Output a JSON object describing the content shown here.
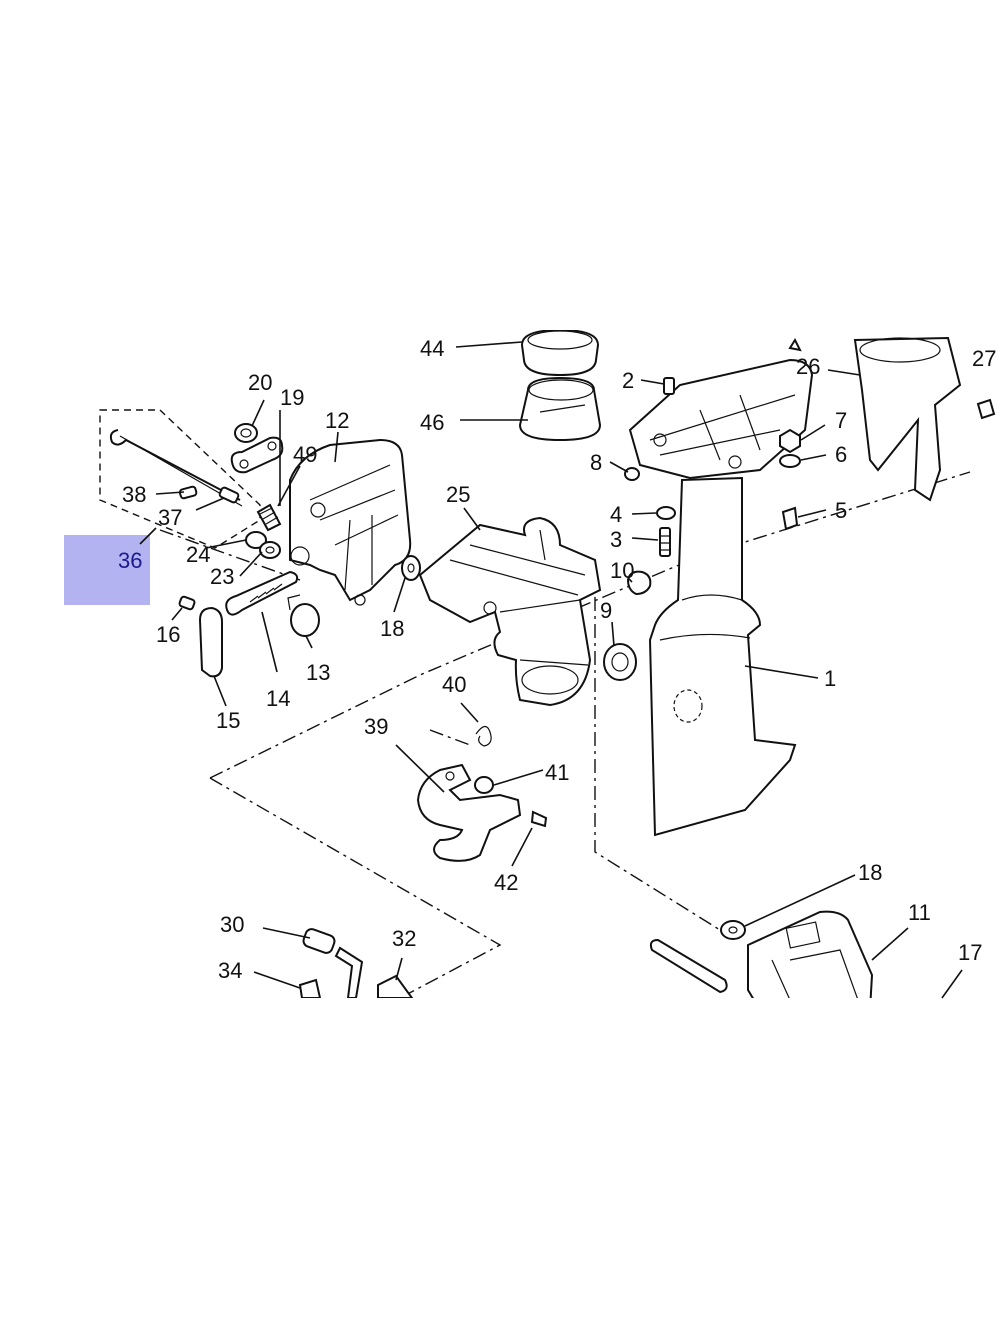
{
  "highlight_color": "#b3b3f2",
  "highlight_label": "36",
  "callouts": [
    {
      "id": "1",
      "text": "1"
    },
    {
      "id": "2",
      "text": "2"
    },
    {
      "id": "3",
      "text": "3"
    },
    {
      "id": "4",
      "text": "4"
    },
    {
      "id": "5",
      "text": "5"
    },
    {
      "id": "6",
      "text": "6"
    },
    {
      "id": "7",
      "text": "7"
    },
    {
      "id": "8",
      "text": "8"
    },
    {
      "id": "9",
      "text": "9"
    },
    {
      "id": "10",
      "text": "10"
    },
    {
      "id": "11",
      "text": "11"
    },
    {
      "id": "12",
      "text": "12"
    },
    {
      "id": "13",
      "text": "13"
    },
    {
      "id": "14",
      "text": "14"
    },
    {
      "id": "15",
      "text": "15"
    },
    {
      "id": "16",
      "text": "16"
    },
    {
      "id": "17",
      "text": "17"
    },
    {
      "id": "18a",
      "text": "18"
    },
    {
      "id": "18b",
      "text": "18"
    },
    {
      "id": "19",
      "text": "19"
    },
    {
      "id": "20",
      "text": "20"
    },
    {
      "id": "23",
      "text": "23"
    },
    {
      "id": "24",
      "text": "24"
    },
    {
      "id": "25",
      "text": "25"
    },
    {
      "id": "26",
      "text": "26"
    },
    {
      "id": "27",
      "text": "27"
    },
    {
      "id": "30",
      "text": "30"
    },
    {
      "id": "32",
      "text": "32"
    },
    {
      "id": "34",
      "text": "34"
    },
    {
      "id": "37",
      "text": "37"
    },
    {
      "id": "38",
      "text": "38"
    },
    {
      "id": "39",
      "text": "39"
    },
    {
      "id": "40",
      "text": "40"
    },
    {
      "id": "41",
      "text": "41"
    },
    {
      "id": "42",
      "text": "42"
    },
    {
      "id": "44",
      "text": "44"
    },
    {
      "id": "46",
      "text": "46"
    },
    {
      "id": "49",
      "text": "49"
    }
  ]
}
